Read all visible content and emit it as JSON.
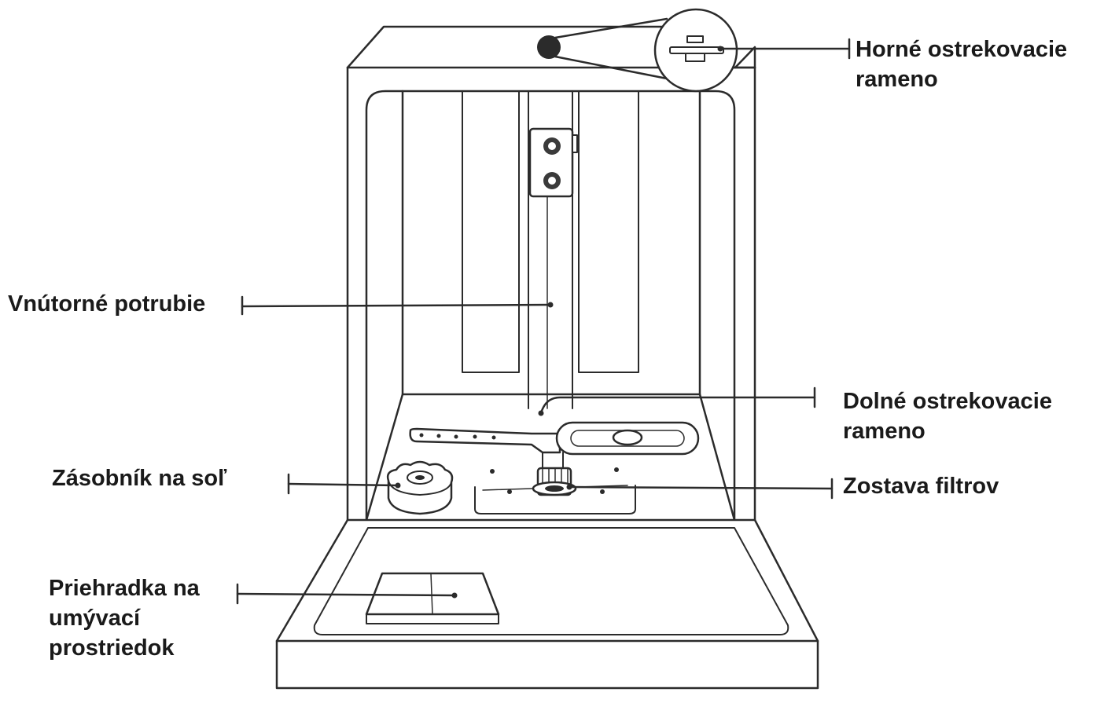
{
  "labels": {
    "upper_spray_arm": [
      "Horné ostrekovacie",
      "rameno"
    ],
    "inner_pipe": [
      "Vnútorné potrubie"
    ],
    "lower_spray_arm": [
      "Dolné ostrekovacie",
      "rameno"
    ],
    "salt_container": [
      "Zásobník na soľ"
    ],
    "filter_assembly": [
      "Zostava filtrov"
    ],
    "detergent_dispenser": [
      "Priehradka na",
      "umývací",
      "prostriedok"
    ]
  },
  "colors": {
    "line": "#2b2b2b",
    "text": "#1a1a1a",
    "background": "#ffffff"
  }
}
